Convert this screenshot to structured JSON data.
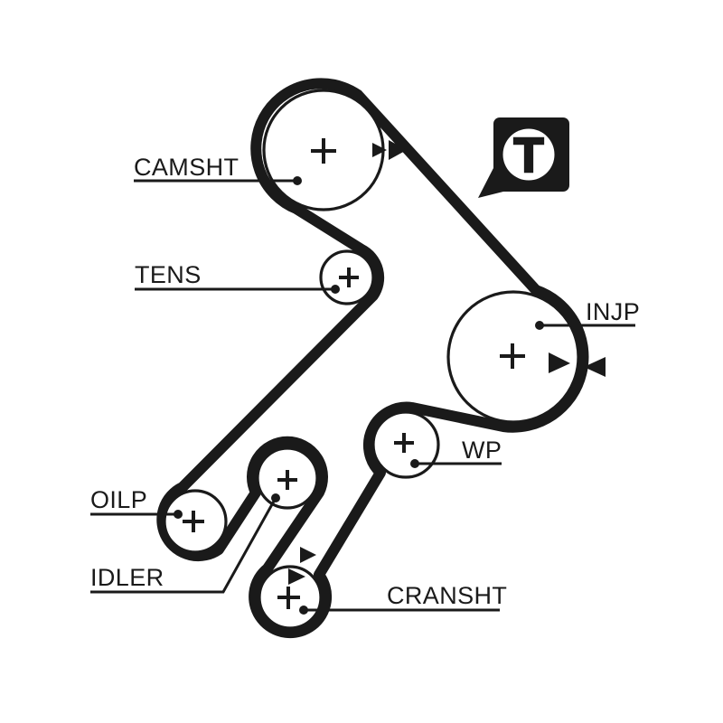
{
  "diagram": {
    "kind": "timing-belt-routing-diagram",
    "colors": {
      "ink": "#1a1a1a",
      "background": "#ffffff"
    },
    "labels": {
      "camshaft": "CAMSHT",
      "tensioner": "TENS",
      "injection_pump": "INJP",
      "water_pump": "WP",
      "oil_pump": "OILP",
      "idler": "IDLER",
      "crankshaft": "CRANSHT"
    },
    "timing_mark": {
      "symbol": "T"
    }
  }
}
